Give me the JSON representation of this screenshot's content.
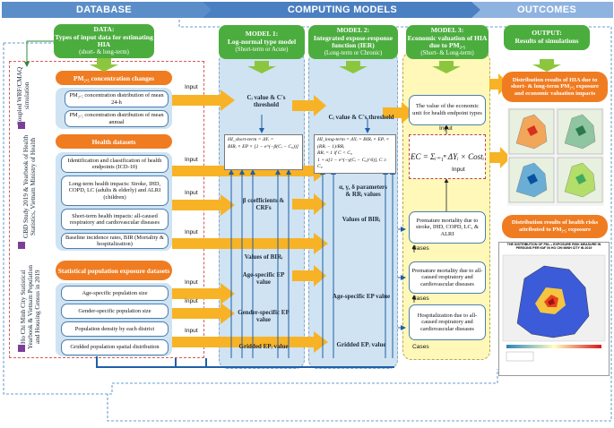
{
  "banners": {
    "database": "DATABASE",
    "computing": "COMPUTING MODELS",
    "outcomes": "OUTCOMES"
  },
  "data_box": {
    "title": "DATA:",
    "subtitle": "Types of input data for estimating HIA",
    "note": "(short- & long-term)"
  },
  "sources": {
    "wrf": "Coupled WRF/CMAQ simulation",
    "gbd": "GBD Study 2019 & Yearbook of Health Statistics, Vietnam Ministry of Health",
    "hcmc": "Ho Chi Minh City Statistical Yearbook & Vietnam Population and Housing Census in 2019"
  },
  "pm_group": {
    "header": "PM₂.₅ concentration changes",
    "items": [
      "PM₂.₅ concentration distribution of mean 24-h",
      "PM₂.₅ concentration distribution of mean annual"
    ]
  },
  "health_group": {
    "header": "Health datasets",
    "items": [
      "Identification and classification of health endpoints (ICD-10)",
      "Long-term health impacts: Stroke, IHD, COPD, LC (adults & elderly) and ALRI (children)",
      "Short-term health impacts: all-caused respiratory and cardiovascular diseases",
      "Baseline incidence rates, BIR (Mortality & hospitalization)"
    ]
  },
  "pop_group": {
    "header": "Statistical population exposure datasets",
    "items": [
      "Age-specific population size",
      "Gender-specific population size",
      "Population density by each district",
      "Gridded population spatial distribution"
    ]
  },
  "model1": {
    "title": "MODEL 1:",
    "subtitle": "Log-normal type model",
    "note": "(Short-term or Acute)",
    "c_value": "Cᵢ value & C's threshold",
    "beta": "β coefficients & CRFs",
    "bir": "Values of BIRᵢ",
    "age_ep": "Age-specific EP value",
    "gender_ep": "Gender-specific EP value",
    "gridded_ep": "Gridded EPᵢ value",
    "formula": [
      "HI_short-term = ΔYᵢ =",
      "BIRᵢ × EP × [1 − e^(−β(Cᵢ − C₀))]"
    ]
  },
  "model2": {
    "title": "MODEL 2:",
    "subtitle": "Integrated expose-response function (IER)",
    "note": "(Long-term or Chronic)",
    "c_value": "Cᵢ value & C's threshold",
    "params": "α, γ, δ parameters & RRᵢ values",
    "bir": "Values of BIRᵢ",
    "age_ep": "Age-specific EP value",
    "gridded_ep": "Gridded EPᵢ value",
    "formula": [
      "HI_long-term = ΔYᵢ = BIRᵢ × EPᵢ × (RRᵢ − 1)/RRᵢ",
      "RRᵢ = 1 if C < C₀",
      "1 + α[1 − e^(−γ(Cᵢ − C₀)^δ)], C ≥ C₀"
    ]
  },
  "model3": {
    "title": "MODEL 3:",
    "subtitle": "Economic valuation of HIA due to PM₂.₅",
    "note": "(Short- & Long-term)",
    "value_box": "The value of the economic unit for health endpoint types",
    "formula": "EC = Σᵢ₌₁ⁿ ΔYᵢ × Costᵢ",
    "outcomes": [
      "Premature mortality due to stroke, IHD, COPD, LC, & ALRI",
      "Premature mortality due to all-caused respiratory and cardiovascular diseases",
      "Hospitalization due to all-caused respiratory and cardiovascular diseases"
    ]
  },
  "output": {
    "title": "OUTPUT:",
    "subtitle": "Results of simulations",
    "dist_hia": "Distribution results of HIA due to short- & long-term PM₂.₅ exposure and economic valuation impacts",
    "dist_risk": "Distribution results of health risks attributed to PM₂.₅ exposure",
    "map_title": "THE DISTRIBUTION OF PM₂.₅ EXPOSURE RISK MEASURE IN PERSONS PER KM² IN HO CHI MINH CITY IN 2019"
  },
  "labels": {
    "input": "Input",
    "cases": "Cases"
  },
  "colors": {
    "database": "#5b8ec9",
    "computing": "#4a7fc1",
    "outcomes": "#8fb3e0",
    "green": "#4cad3f",
    "orange": "#f07c22",
    "arrow": "#f7b325",
    "light_blue": "#cfe3f2",
    "yellow": "#fff8b8"
  }
}
